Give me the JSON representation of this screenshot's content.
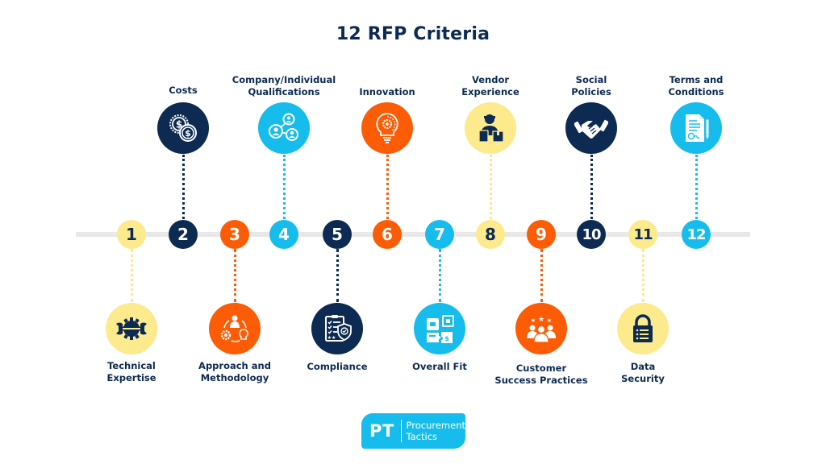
{
  "title": "12 RFP Criteria",
  "colors": {
    "navy": "#0c2a52",
    "orange": "#fc5c05",
    "sky": "#16bdec",
    "yellow": "#fdea8c",
    "bar": "#e8e8e8"
  },
  "criteria": [
    {
      "number": "1",
      "label_line1": "Technical",
      "label_line2": "Expertise",
      "position": "bottom",
      "color": "yellow",
      "icon": "wrench-gear-icon"
    },
    {
      "number": "2",
      "label_line1": "Costs",
      "label_line2": "",
      "position": "top",
      "color": "navy",
      "icon": "coins-icon"
    },
    {
      "number": "3",
      "label_line1": "Approach and",
      "label_line2": "Methodology",
      "position": "bottom",
      "color": "orange",
      "icon": "process-cycle-icon"
    },
    {
      "number": "4",
      "label_line1": "Company/Individual",
      "label_line2": "Qualifications",
      "position": "top",
      "color": "sky",
      "icon": "network-people-icon"
    },
    {
      "number": "5",
      "label_line1": "Compliance",
      "label_line2": "",
      "position": "bottom",
      "color": "navy",
      "icon": "checklist-shield-icon"
    },
    {
      "number": "6",
      "label_line1": "Innovation",
      "label_line2": "",
      "position": "top",
      "color": "orange",
      "icon": "lightbulb-gear-icon"
    },
    {
      "number": "7",
      "label_line1": "Overall Fit",
      "label_line2": "",
      "position": "bottom",
      "color": "sky",
      "icon": "puzzle-icon"
    },
    {
      "number": "8",
      "label_line1": "Vendor",
      "label_line2": "Experience",
      "position": "top",
      "color": "yellow",
      "icon": "delivery-person-icon"
    },
    {
      "number": "9",
      "label_line1": "Customer",
      "label_line2": "Success Practices",
      "position": "bottom",
      "color": "orange",
      "icon": "team-stars-icon"
    },
    {
      "number": "10",
      "label_line1": "Social",
      "label_line2": "Policies",
      "position": "top",
      "color": "navy",
      "icon": "handshake-icon"
    },
    {
      "number": "11",
      "label_line1": "Data",
      "label_line2": "Security",
      "position": "bottom",
      "color": "yellow",
      "icon": "padlock-icon"
    },
    {
      "number": "12",
      "label_line1": "Terms and",
      "label_line2": "Conditions",
      "position": "top",
      "color": "sky",
      "icon": "contract-certificate-icon"
    }
  ],
  "logo": {
    "mark": "PT",
    "line1": "Procurement",
    "line2": "Tactics"
  }
}
